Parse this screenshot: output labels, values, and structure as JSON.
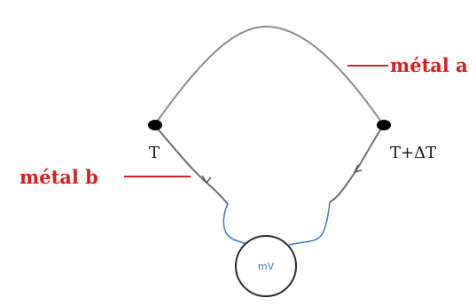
{
  "labels": {
    "metal_a": "métal a",
    "metal_b": "métal b",
    "junction_cold": "T",
    "junction_hot": "T+ΔT",
    "meter": "mV"
  },
  "colors": {
    "wire": "#8a8a8a",
    "meter_wire": "#3a78c8",
    "label_red": "#d42020",
    "junction": "#000000"
  }
}
